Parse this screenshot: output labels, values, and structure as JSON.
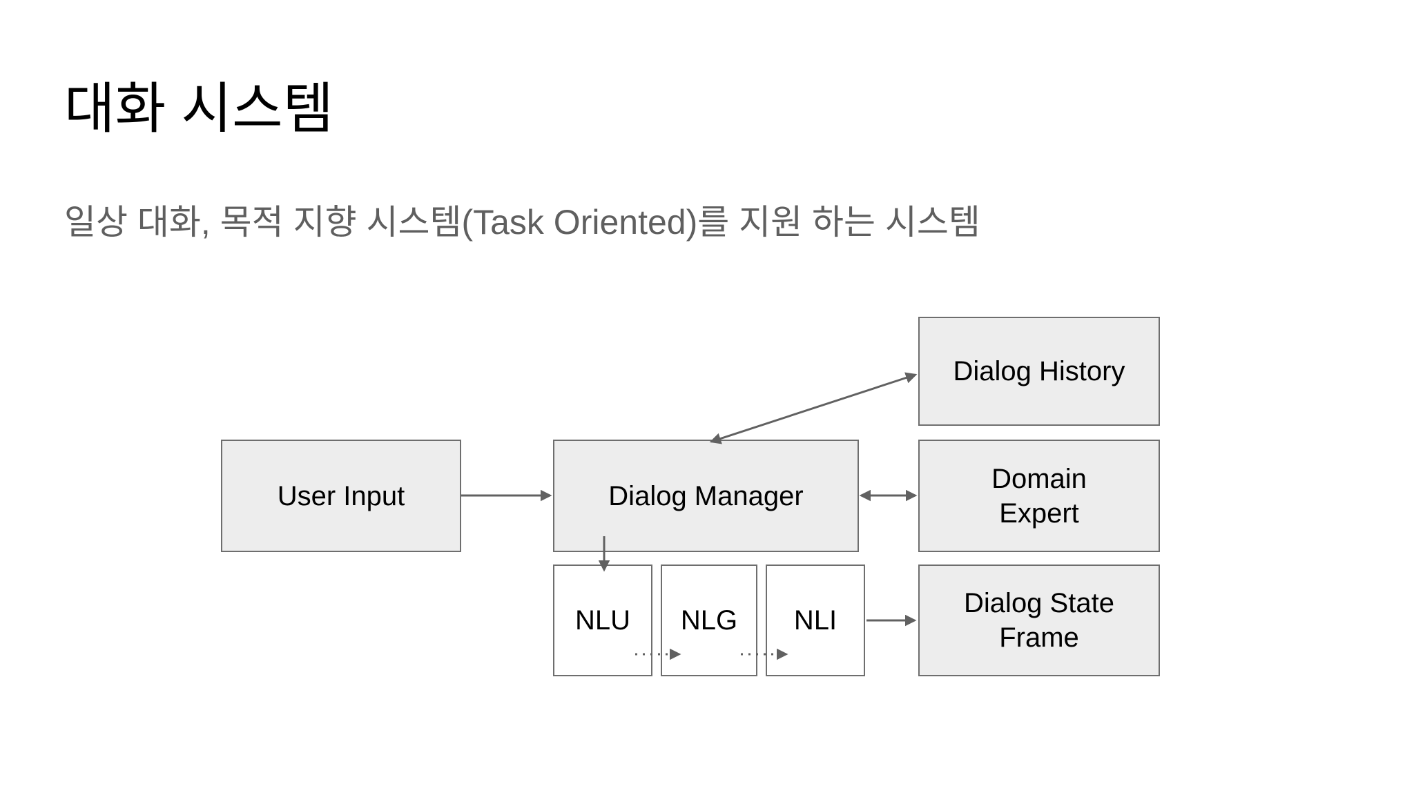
{
  "slide": {
    "title": "대화 시스템",
    "subtitle": "일상 대화, 목적 지향 시스템(Task Oriented)를 지원 하는 시스템"
  },
  "diagram": {
    "nodes": [
      {
        "id": "user-input",
        "lines": [
          "User Input"
        ]
      },
      {
        "id": "dialog-manager",
        "lines": [
          "Dialog Manager"
        ]
      },
      {
        "id": "dialog-history",
        "lines": [
          "Dialog History"
        ]
      },
      {
        "id": "domain-expert",
        "lines": [
          "Domain",
          "Expert"
        ]
      },
      {
        "id": "nlu",
        "lines": [
          "NLU"
        ]
      },
      {
        "id": "nlg",
        "lines": [
          "NLG"
        ]
      },
      {
        "id": "nli",
        "lines": [
          "NLI"
        ]
      },
      {
        "id": "dialog-state-frame",
        "lines": [
          "Dialog State",
          "Frame"
        ]
      }
    ],
    "edges": [
      {
        "from": "user-input",
        "to": "dialog-manager",
        "style": "solid",
        "direction": "one-way"
      },
      {
        "from": "dialog-manager",
        "to": "dialog-history",
        "style": "solid",
        "direction": "two-way"
      },
      {
        "from": "dialog-manager",
        "to": "domain-expert",
        "style": "solid",
        "direction": "two-way"
      },
      {
        "from": "dialog-manager",
        "to": "nlu",
        "style": "solid",
        "direction": "one-way"
      },
      {
        "from": "nlu",
        "to": "nlg",
        "style": "dotted",
        "direction": "one-way"
      },
      {
        "from": "nlg",
        "to": "nli",
        "style": "dotted",
        "direction": "one-way"
      },
      {
        "from": "nli",
        "to": "dialog-state-frame",
        "style": "solid",
        "direction": "one-way"
      }
    ]
  },
  "colors": {
    "background": "#ffffff",
    "title_text": "#000000",
    "subtitle_text": "#5f5f5f",
    "node_fill_gray": "#ededed",
    "node_fill_white": "#ffffff",
    "node_border": "#6e6e6e",
    "node_text": "#000000",
    "arrow": "#616161"
  }
}
